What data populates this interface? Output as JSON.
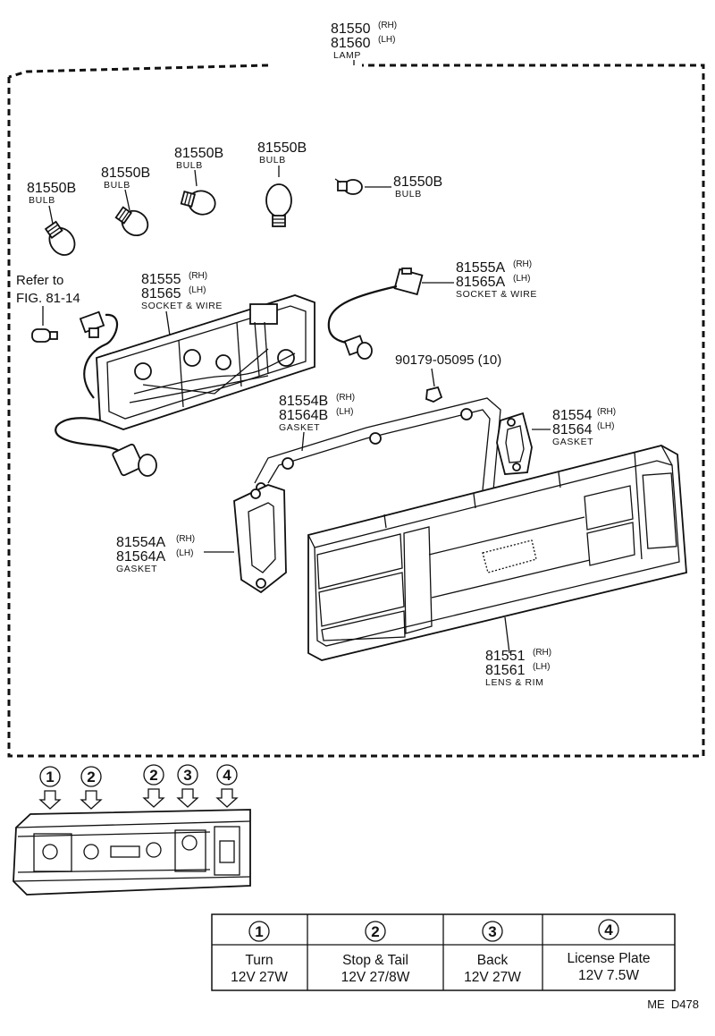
{
  "assembly": {
    "pn_rh": "81550",
    "rh": "(RH)",
    "pn_lh": "81560",
    "lh": "(LH)",
    "name": "LAMP"
  },
  "bulbs": [
    {
      "pn": "81550B",
      "name": "BULB"
    },
    {
      "pn": "81550B",
      "name": "BULB"
    },
    {
      "pn": "81550B",
      "name": "BULB"
    },
    {
      "pn": "81550B",
      "name": "BULB"
    },
    {
      "pn": "81550B",
      "name": "BULB"
    }
  ],
  "reference": {
    "line1": "Refer to",
    "line2": "FIG. 81-14"
  },
  "socket_wire_main": {
    "pn_rh": "81555",
    "rh": "(RH)",
    "pn_lh": "81565",
    "lh": "(LH)",
    "name": "SOCKET & WIRE"
  },
  "socket_wire_side": {
    "pn_rh": "81555A",
    "rh": "(RH)",
    "pn_lh": "81565A",
    "lh": "(LH)",
    "name": "SOCKET & WIRE"
  },
  "screw": {
    "pn": "90179-05095 (10)"
  },
  "gasket_b": {
    "pn_rh": "81554B",
    "rh": "(RH)",
    "pn_lh": "81564B",
    "lh": "(LH)",
    "name": "GASKET"
  },
  "gasket_small": {
    "pn_rh": "81554",
    "rh": "(RH)",
    "pn_lh": "81564",
    "lh": "(LH)",
    "name": "GASKET"
  },
  "gasket_a": {
    "pn_rh": "81554A",
    "rh": "(RH)",
    "pn_lh": "81564A",
    "lh": "(LH)",
    "name": "GASKET"
  },
  "lens": {
    "pn_rh": "81551",
    "rh": "(RH)",
    "pn_lh": "81561",
    "lh": "(LH)",
    "name": "LENS & RIM"
  },
  "position_markers": [
    "1",
    "2",
    "2",
    "3",
    "4"
  ],
  "bulb_table": [
    {
      "num": "1",
      "name": "Turn",
      "spec": "12V 27W"
    },
    {
      "num": "2",
      "name": "Stop & Tail",
      "spec": "12V 27/8W"
    },
    {
      "num": "3",
      "name": "Back",
      "spec": "12V 27W"
    },
    {
      "num": "4",
      "name": "License Plate",
      "spec": "12V 7.5W"
    }
  ],
  "doc_code": "ME  D478"
}
